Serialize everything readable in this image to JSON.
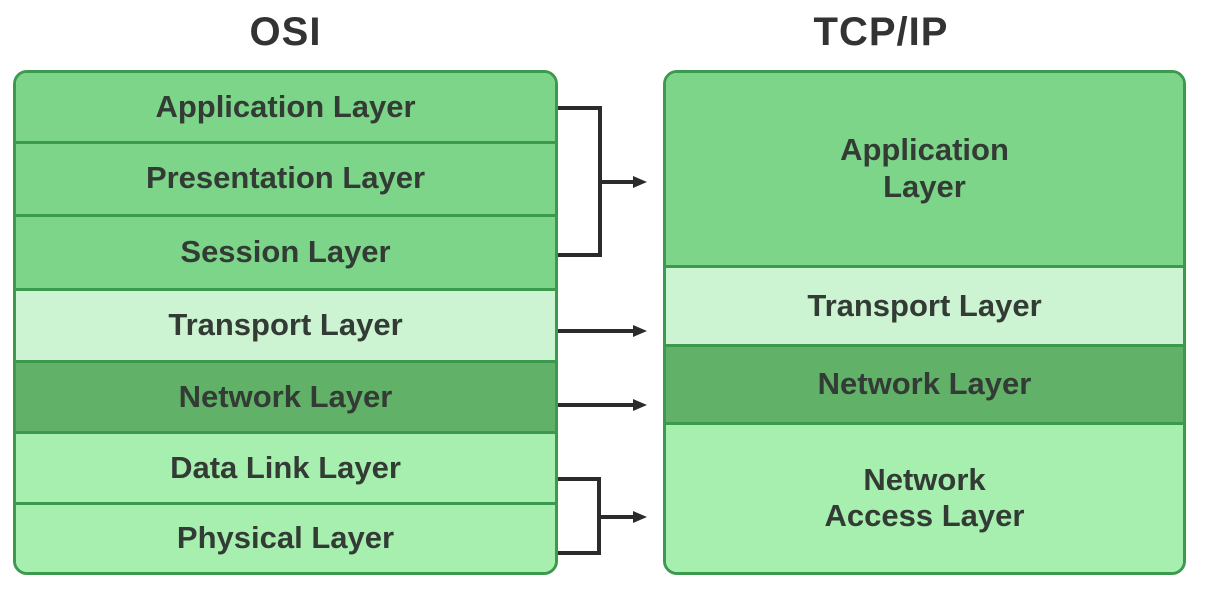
{
  "diagram": {
    "left_title": "OSI",
    "right_title": "TCP/IP",
    "osi_layers": [
      {
        "label": "Application Layer",
        "tone": "medium"
      },
      {
        "label": "Presentation Layer",
        "tone": "medium"
      },
      {
        "label": "Session Layer",
        "tone": "medium"
      },
      {
        "label": "Transport Layer",
        "tone": "light"
      },
      {
        "label": "Network Layer",
        "tone": "dark"
      },
      {
        "label": "Data Link Layer",
        "tone": "soft"
      },
      {
        "label": "Physical Layer",
        "tone": "soft"
      }
    ],
    "tcpip_layers": [
      {
        "label_line1": "Application",
        "label_line2": "Layer",
        "tone": "medium"
      },
      {
        "label": "Transport Layer",
        "tone": "light"
      },
      {
        "label": "Network Layer",
        "tone": "dark"
      },
      {
        "label_line1": "Network",
        "label_line2": "Access Layer",
        "tone": "soft"
      }
    ],
    "mappings": [
      {
        "from": [
          "Application Layer",
          "Presentation Layer",
          "Session Layer"
        ],
        "to": "Application Layer"
      },
      {
        "from": [
          "Transport Layer"
        ],
        "to": "Transport Layer"
      },
      {
        "from": [
          "Network Layer"
        ],
        "to": "Network Layer"
      },
      {
        "from": [
          "Data Link Layer",
          "Physical Layer"
        ],
        "to": "Network Access Layer"
      }
    ],
    "colors": {
      "medium_green": "#7DD589",
      "light_green": "#CDF4D2",
      "dark_green": "#62B168",
      "soft_green": "#A7EFAF",
      "border_green": "#3C9A4E",
      "connector_black": "#2B2B2B",
      "title_text": "#333333",
      "layer_text": "#333B35",
      "background": "#FFFFFF"
    }
  }
}
